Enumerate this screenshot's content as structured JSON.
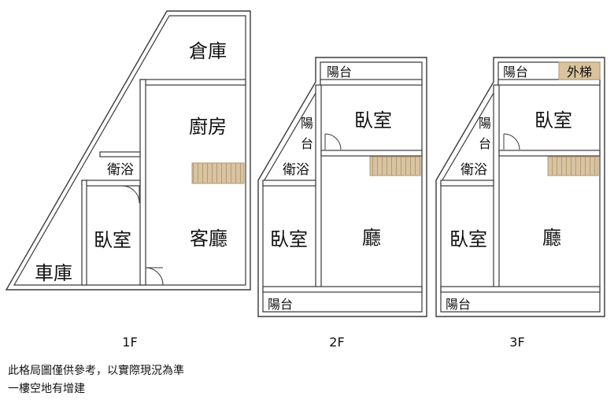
{
  "colors": {
    "wall": "#3a3a3a",
    "stair": "#d8c4a2",
    "stair_line": "#b49a72",
    "text": "#111111",
    "exterior_stair": "#d9c29c"
  },
  "floor_1f": {
    "caption": "1F",
    "rooms": {
      "storage": "倉庫",
      "kitchen": "廚房",
      "bath": "衛浴",
      "bedroom": "臥室",
      "living": "客廳",
      "garage": "車庫"
    }
  },
  "floor_2f": {
    "caption": "2F",
    "rooms": {
      "balcony_top": "陽台",
      "balcony_side_1": "陽",
      "balcony_side_2": "台",
      "bedroom_top": "臥室",
      "bath": "衛浴",
      "bedroom": "臥室",
      "hall": "廳",
      "balcony_bottom": "陽台"
    }
  },
  "floor_3f": {
    "caption": "3F",
    "rooms": {
      "balcony_top": "陽台",
      "exterior_stair": "外梯",
      "balcony_side_1": "陽",
      "balcony_side_2": "台",
      "bedroom_top": "臥室",
      "bath": "衛浴",
      "bedroom": "臥室",
      "hall": "廳",
      "balcony_bottom": "陽台"
    }
  },
  "notes": {
    "disclaimer": "此格局圖僅供參考，以實際現況為準",
    "extension": "一樓空地有增建"
  }
}
